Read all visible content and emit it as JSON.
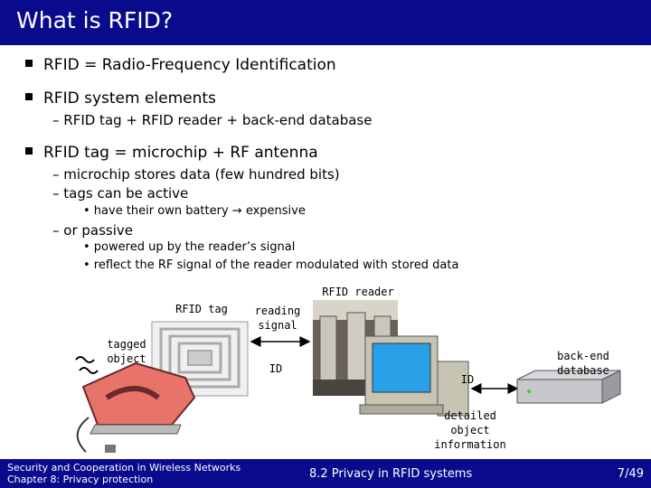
{
  "slide": {
    "title": "What is RFID?",
    "bullets": {
      "b1": "RFID = Radio-Frequency Identification",
      "b2": "RFID system elements",
      "b2_1": "– RFID tag + RFID reader + back-end database",
      "b3": "RFID tag = microchip + RF antenna",
      "b3_1": "– microchip stores data (few hundred bits)",
      "b3_2": "– tags can be active",
      "b3_2_1": "• have their own battery → expensive",
      "b3_3": "– or passive",
      "b3_3_1": "• powered up by the reader’s signal",
      "b3_3_2": "• reflect the RF signal of the reader modulated with stored data"
    }
  },
  "diagram": {
    "rfid_tag": "RFID tag",
    "tagged_object": "tagged object",
    "reading_signal": "reading signal",
    "id_left": "ID",
    "rfid_reader": "RFID reader",
    "id_right": "ID",
    "backend_db": "back-end database",
    "detailed_info": "detailed object information"
  },
  "footer": {
    "line1": "Security and Cooperation in Wireless Networks",
    "line2": "Chapter 8: Privacy protection",
    "section": "8.2 Privacy in RFID systems",
    "page": "7/49"
  }
}
